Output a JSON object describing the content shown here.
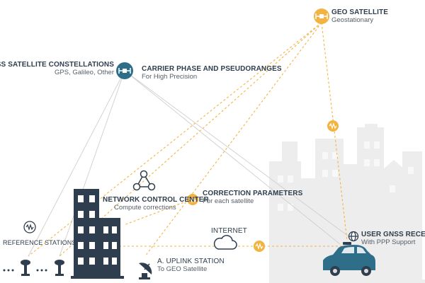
{
  "colors": {
    "orange": "#f2b441",
    "navy": "#2f3e4e",
    "teal": "#2f6e89",
    "city": "#ececec",
    "gray_line": "#c8c8c8"
  },
  "labels": {
    "geo_title": "GEO SATELLITE",
    "geo_sub": "Geostationary",
    "gnss_title": "GNSS SATELLITE CONSTELLATIONS",
    "gnss_sub": "GPS, Galileo, Other",
    "carrier_title": "CARRIER PHASE AND PSEUDORANGES",
    "carrier_sub": "For High Precision",
    "ncc_title": "NETWORK CONTROL CENTER",
    "ncc_sub": "Compute corrections",
    "corr_title": "CORRECTION PARAMETERS",
    "corr_sub": "For each satellite",
    "internet": "INTERNET",
    "ref_stations": "REFERENCE STATIONS",
    "uplink_title": "A. UPLINK STATION",
    "uplink_sub": "To GEO Satellite",
    "user_title": "USER GNSS RECEIVER",
    "user_sub": "With PPP Support"
  },
  "icons": {
    "geo": "satellite-icon",
    "gnss": "satellite-icon",
    "signal": "signal-wave-icon",
    "network": "network-nodes-icon",
    "cloud": "cloud-icon",
    "globe": "globe-icon",
    "dish": "satellite-dish-icon",
    "car": "car-icon",
    "building": "office-building-icon"
  }
}
